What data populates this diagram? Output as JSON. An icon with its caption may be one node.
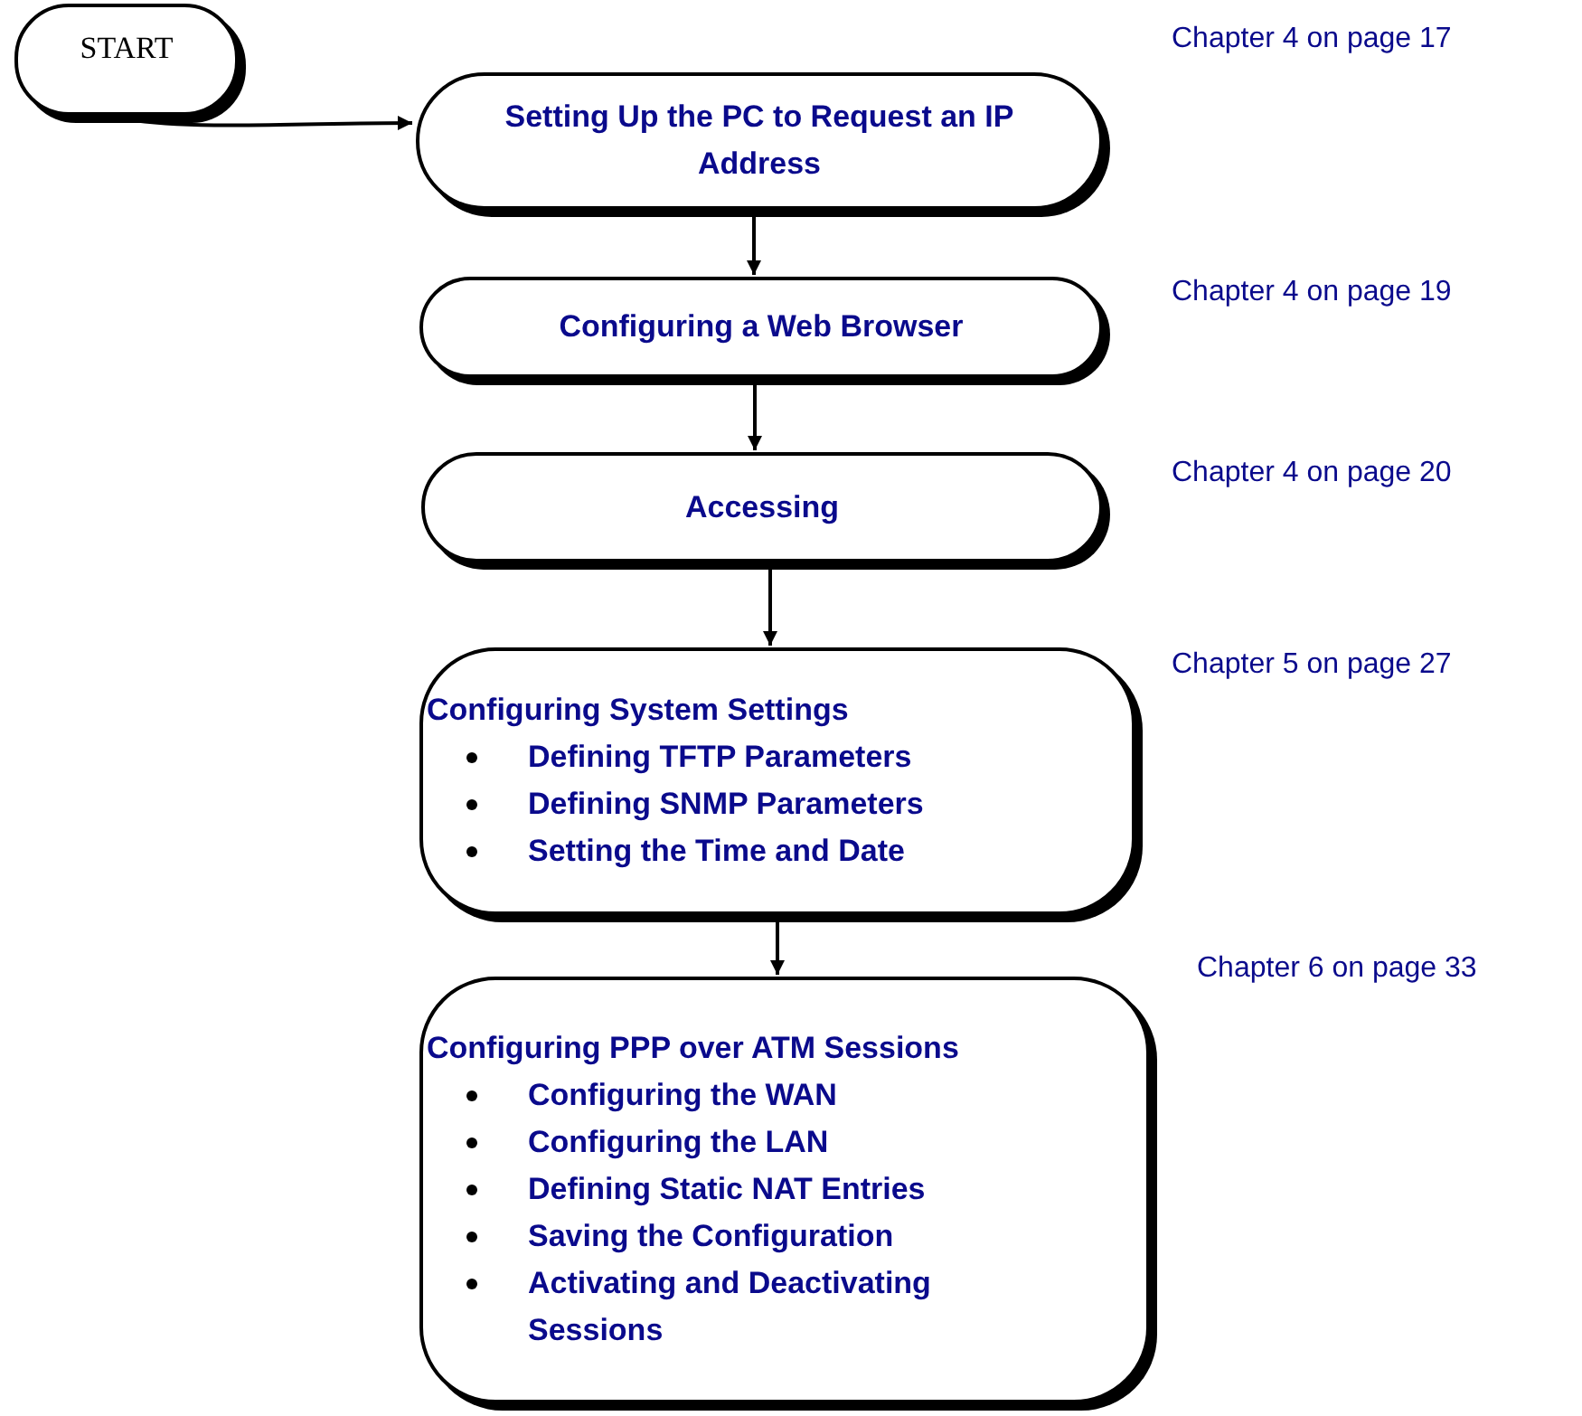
{
  "diagram": {
    "nodes": [
      {
        "text": [
          "START"
        ]
      },
      {
        "text": [
          "Setting Up the PC to Request an IP Address"
        ],
        "beside": [
          "Chapter 4 on page 17"
        ]
      },
      {
        "text": [
          "Configuring a Web Browser"
        ],
        "beside": [
          "Chapter 4 on page 19"
        ]
      },
      {
        "text": [
          "Accessing"
        ],
        "beside": [
          "Chapter 4 on page 20"
        ]
      },
      {
        "text": [
          "Configuring System Settings",
          "Defining TFTP Parameters",
          "Defining SNMP Parameters",
          "Setting the Time and Date"
        ],
        "beside": [
          "Chapter 5 on page 27"
        ]
      },
      {
        "text": [
          "Configuring PPP over ATM Sessions",
          "Configuring the WAN",
          "Configuring the LAN",
          "Defining Static NAT Entries",
          "Saving the Configuration",
          "Activating and Deactivating Sessions"
        ],
        "beside": [
          "Chapter 6 on page 33"
        ]
      }
    ],
    "edges": [
      {
        "from": 0,
        "to": 1,
        "arrow": "to"
      },
      {
        "from": 1,
        "to": 2,
        "arrow": "to"
      },
      {
        "from": 2,
        "to": 3,
        "arrow": "to"
      },
      {
        "from": 3,
        "to": 4,
        "arrow": "to"
      },
      {
        "from": 4,
        "to": 5,
        "arrow": "to"
      }
    ]
  }
}
